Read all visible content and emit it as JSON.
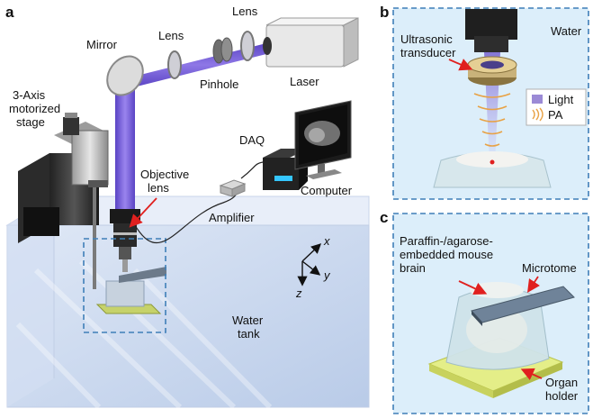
{
  "panels": {
    "a": {
      "letter": "a",
      "labels": {
        "mirror": "Mirror",
        "lens1": "Lens",
        "lens2": "Lens",
        "pinhole": "Pinhole",
        "laser": "Laser",
        "stage_l1": "3-Axis",
        "stage_l2": "motorized",
        "stage_l3": "stage",
        "daq": "DAQ",
        "computer": "Computer",
        "objective_l1": "Objective",
        "objective_l2": "lens",
        "amplifier": "Amplifier",
        "water_l1": "Water",
        "water_l2": "tank"
      },
      "axes": {
        "x": "x",
        "y": "y",
        "z": "z"
      }
    },
    "b": {
      "letter": "b",
      "labels": {
        "water": "Water",
        "transducer_l1": "Ultrasonic",
        "transducer_l2": "transducer"
      },
      "legend": [
        {
          "label": "Light",
          "color": "#9b8ad6"
        },
        {
          "label": "PA",
          "color": "#e8a245"
        }
      ]
    },
    "c": {
      "letter": "c",
      "labels": {
        "sample_l1": "Paraffin-/agarose-",
        "sample_l2": "embedded mouse",
        "sample_l3": "brain",
        "microtome": "Microtome",
        "holder_l1": "Organ",
        "holder_l2": "holder"
      }
    }
  },
  "colors": {
    "laser_beam": "#7b5fd6",
    "dashed_box": "#3f7fb8",
    "panel_bg": "#dceefa",
    "arrow": "#e0201f",
    "tank_water": "#c9d8ef",
    "holder": "#e4ee88",
    "screen_accent": "#35c6ff"
  }
}
